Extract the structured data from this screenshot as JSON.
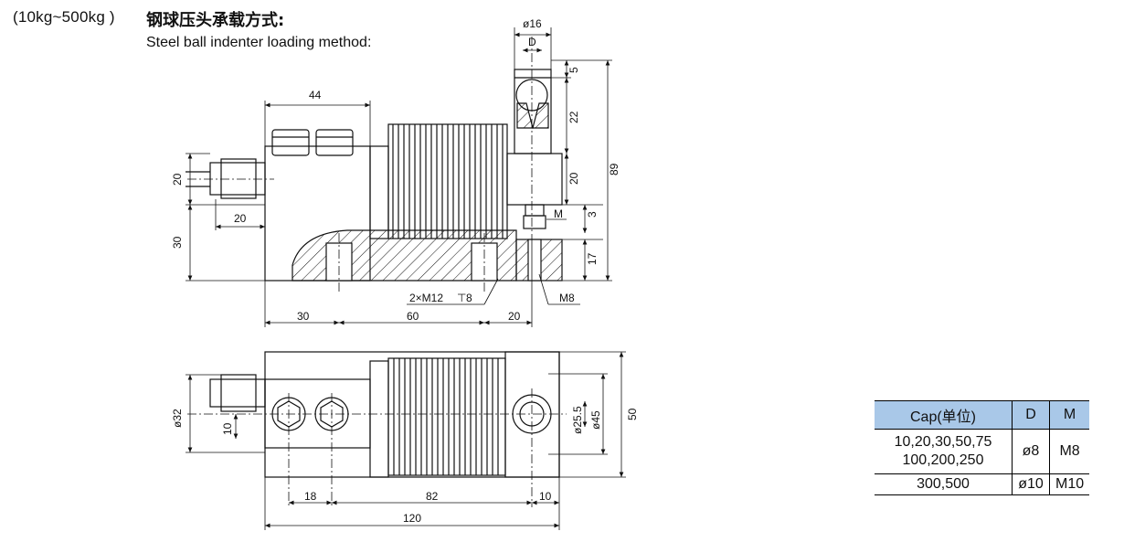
{
  "header": {
    "range": "(10kg~500kg )",
    "title_cn": "钢球压头承载方式:",
    "title_en": "Steel ball indenter loading method:"
  },
  "dims": {
    "d_16": "ø16",
    "d_D": "D",
    "d_5": "5",
    "d_44": "44",
    "d_22": "22",
    "d_89": "89",
    "d_20_side": "20",
    "d_20_left": "20",
    "d_20_inner": "20",
    "d_30_left": "30",
    "d_M": "M",
    "d_3": "3",
    "d_17": "17",
    "d_2xM12": "2×M12",
    "d_depth8": "8",
    "d_M8": "M8",
    "d_30_bottom": "30",
    "d_60": "60",
    "d_20_bottom": "20",
    "d_32": "ø32",
    "d_10_left": "10",
    "d_25_5": "ø25.5",
    "d_45": "ø45",
    "d_50": "50",
    "d_18": "18",
    "d_82": "82",
    "d_10_bottom": "10",
    "d_120": "120"
  },
  "table": {
    "headers": [
      "Cap(单位)",
      "D",
      "M"
    ],
    "rows": [
      {
        "cap": [
          "10,20,30,50,75",
          "100,200,250"
        ],
        "d": "ø8",
        "m": "M8"
      },
      {
        "cap": [
          "300,500"
        ],
        "d": "ø10",
        "m": "M10"
      }
    ]
  },
  "colors": {
    "table_header_bg": "#a9c8e8",
    "line": "#111111"
  }
}
